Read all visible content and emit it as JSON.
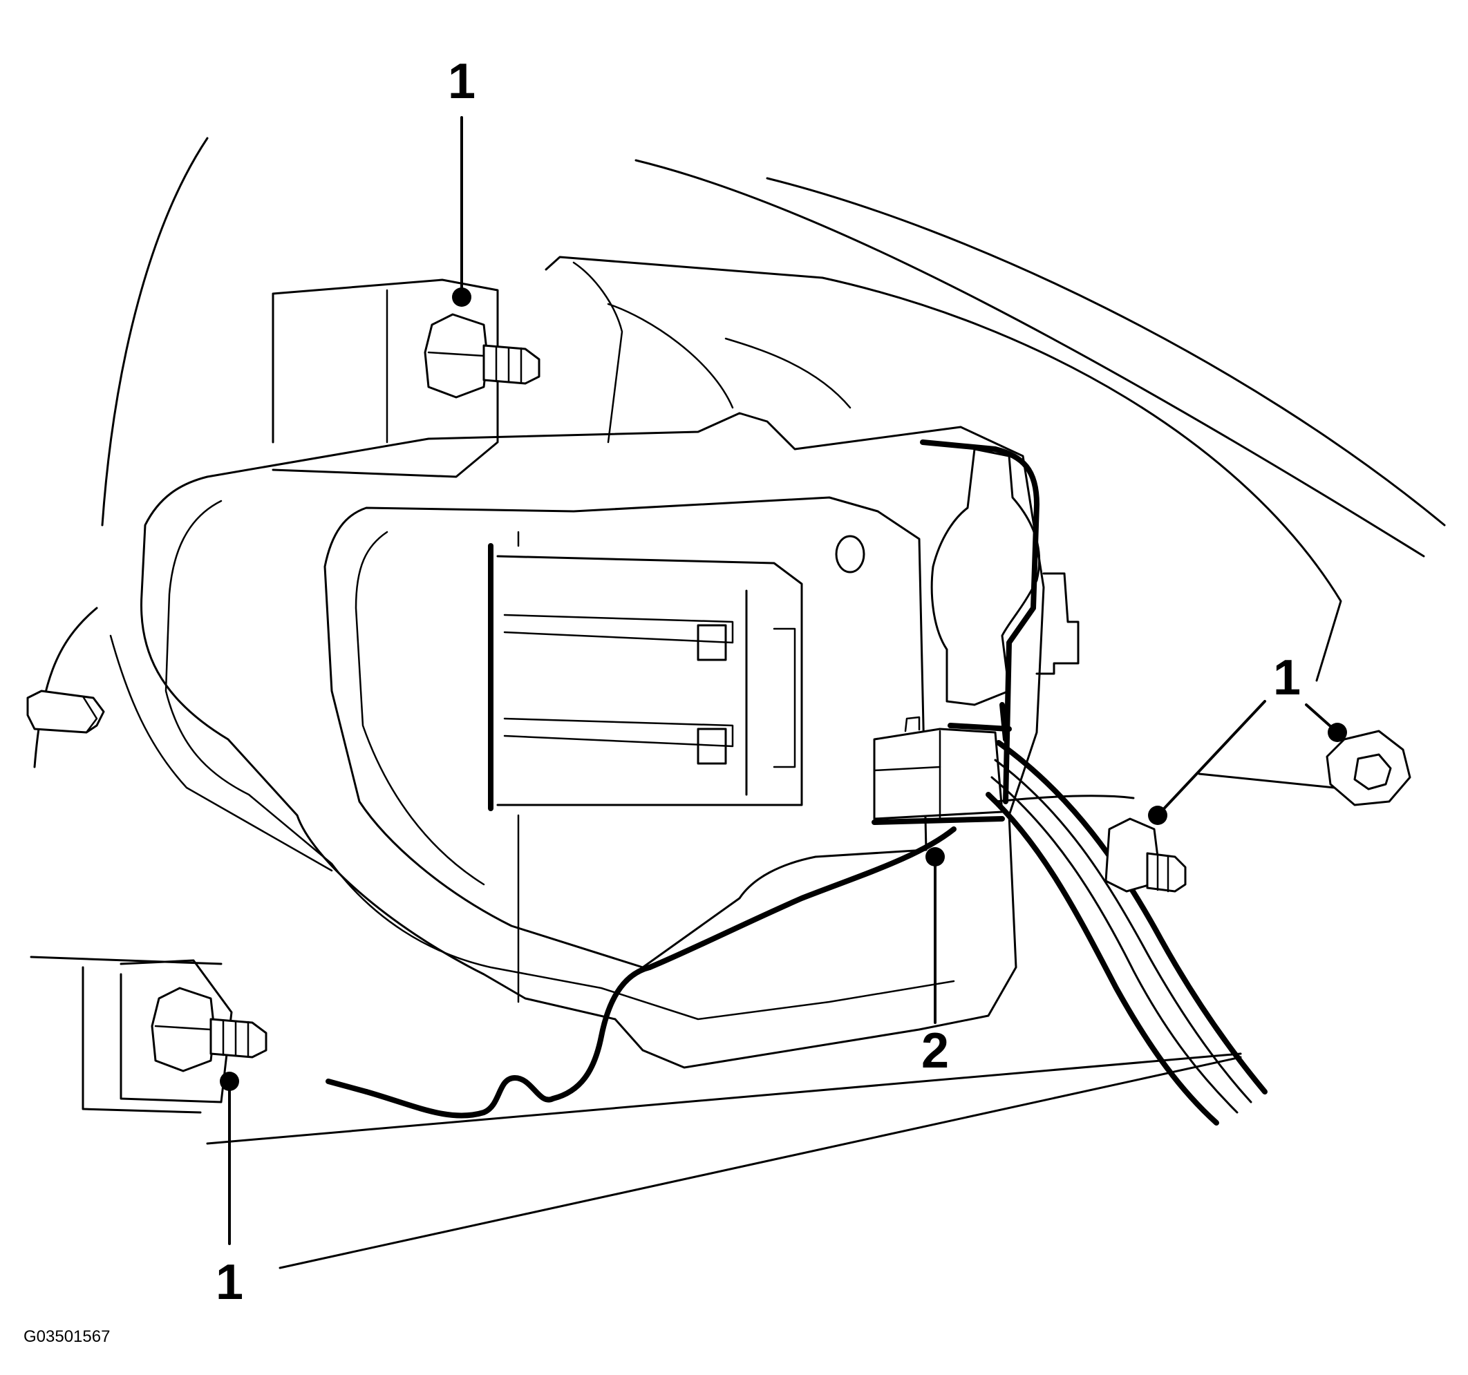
{
  "callouts": {
    "top_left": "1",
    "right": "1",
    "bottom_left": "1",
    "connector": "2"
  },
  "figure_id": "G03501567",
  "colors": {
    "line": "#000000",
    "background": "#ffffff"
  }
}
